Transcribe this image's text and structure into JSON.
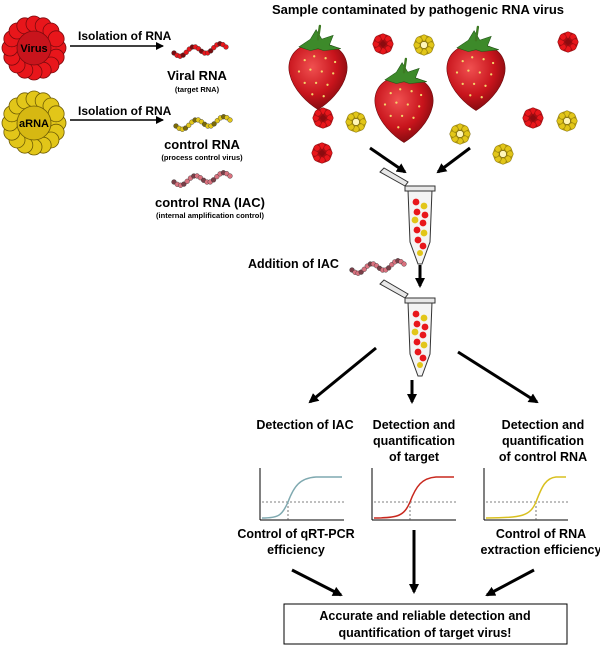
{
  "left_panel": {
    "virus_label": "Virus",
    "arna_label": "aRNA",
    "isolation_label_1": "Isolation of RNA",
    "isolation_label_2": "Isolation of RNA",
    "viral_rna_title": "Viral RNA",
    "viral_rna_sub": "(target RNA)",
    "control_rna_title": "control RNA",
    "control_rna_sub": "(process control virus)",
    "iac_title": "control RNA (IAC)",
    "iac_sub": "(internal amplification control)"
  },
  "top": {
    "sample_title": "Sample contaminated by pathogenic RNA virus"
  },
  "middle": {
    "addition_iac": "Addition of IAC"
  },
  "detection": {
    "iac_title": "Detection of IAC",
    "target_title": [
      "Detection and",
      "quantification",
      "of target"
    ],
    "control_title": [
      "Detection and",
      "quantification",
      "of control RNA"
    ]
  },
  "control": {
    "qrt_pcr": [
      "Control of qRT-PCR",
      "efficiency"
    ],
    "extraction": [
      "Control of RNA",
      "extraction efficiency"
    ]
  },
  "result": {
    "line1": "Accurate and reliable detection and",
    "line2": "quantification of target virus!"
  },
  "colors": {
    "virus_red": "#e8161b",
    "arna_yellow": "#e2c619",
    "iac_pink": "#d9717e",
    "curve_iac": "#7fa9b0",
    "curve_target": "#c8281e",
    "curve_control": "#d9c020"
  }
}
